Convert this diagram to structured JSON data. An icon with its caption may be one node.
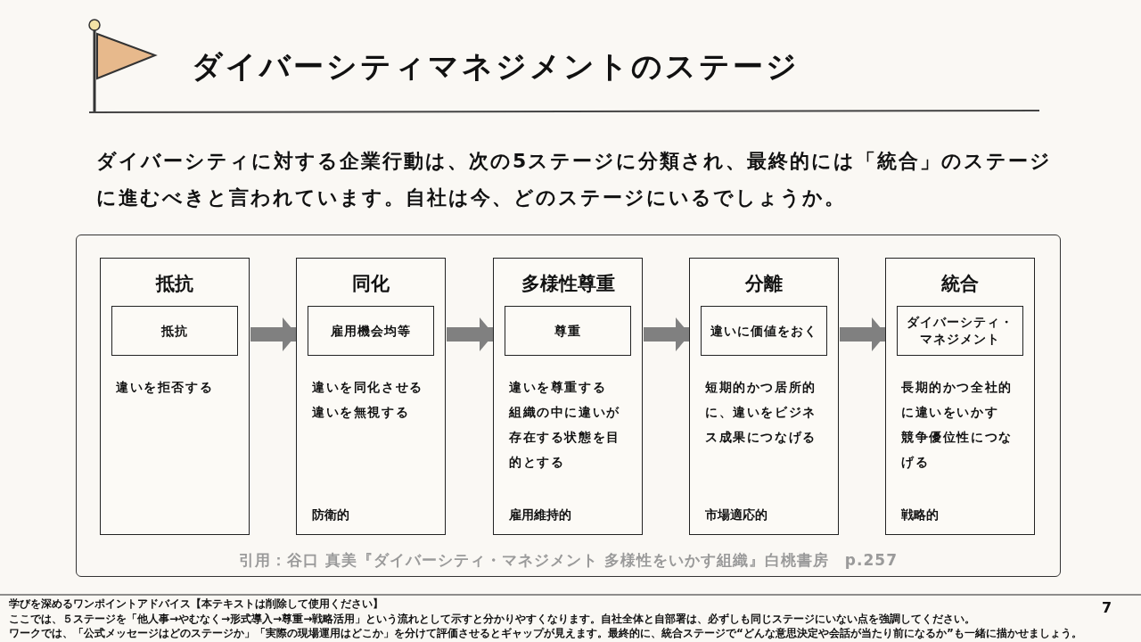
{
  "diagram": {
    "title": "ダイバーシティマネジメントのステージ",
    "nodes": [
      {
        "text": [
          "引用：谷口 真美『ダイバーシティ・マネジメント 多様性をいかす組織』白桃書房　p.257"
        ]
      },
      {
        "text": [
          "抵抗",
          "違いを拒否する"
        ],
        "in": 0
      },
      {
        "text": [
          "抵抗"
        ],
        "in": 1
      },
      {
        "text": [
          "同化",
          "違いを同化させる",
          "違いを無視する",
          "防衛的"
        ],
        "in": 0
      },
      {
        "text": [
          "雇用機会均等"
        ],
        "in": 3
      },
      {
        "text": [
          "多様性尊重",
          "違いを尊重する",
          "組織の中に違いが存在する状態を目的とする",
          "雇用維持的"
        ],
        "in": 0
      },
      {
        "text": [
          "尊重"
        ],
        "in": 5
      },
      {
        "text": [
          "分離",
          "短期的かつ居所的に、違いをビジネス成果につなげる",
          "市場適応的"
        ],
        "in": 0
      },
      {
        "text": [
          "違いに価値をおく"
        ],
        "in": 7
      },
      {
        "text": [
          "統合",
          "長期的かつ全社的に違いをいかす",
          "競争優位性につなげる",
          "戦略的"
        ],
        "in": 0
      },
      {
        "text": [
          "ダイバーシティ・マネジメント"
        ],
        "in": 9
      }
    ],
    "edges": [
      {
        "from": 1,
        "to": 3,
        "arrow": "to"
      },
      {
        "from": 3,
        "to": 5,
        "arrow": "to"
      },
      {
        "from": 5,
        "to": 7,
        "arrow": "to"
      },
      {
        "from": 7,
        "to": 9,
        "arrow": "to"
      }
    ],
    "labels": [
      "ダイバーシティに対する企業行動は、次の5ステージに分類され、最終的には「統合」のステージに進むべきと言われています。自社は今、どのステージにいるでしょうか。",
      "学びを深めるワンポイントアドバイス【本テキストは削除して使用ください】",
      "ここでは、５ステージを「他人事→やむなく→形式導入→尊重→戦略活用」という流れとして示すと分かりやすくなります。自社全体と自部署は、必ずしも同じステージにいない点を強調してください。",
      "ワークでは、「公式メッセージはどのステージか」「実際の現場運用はどこか」を分けて評価させるとギャップが見えます。最終的に、統合ステージで“どんな意思決定や会話が当たり前になるか”も一緒に描かせましょう。",
      "7"
    ]
  }
}
